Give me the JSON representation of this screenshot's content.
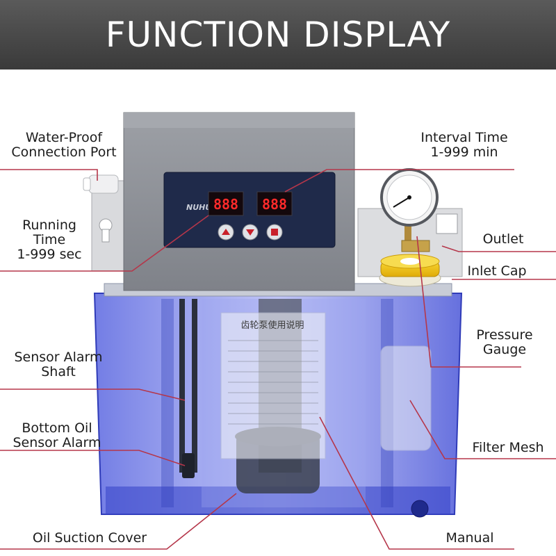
{
  "header": {
    "title": "FUNCTION DISPLAY"
  },
  "device": {
    "brand": "NUHUN",
    "display_left": "888",
    "display_right": "888",
    "manual_title": "齿轮泵使用说明"
  },
  "callouts": {
    "water_proof_port": [
      "Water-Proof",
      "Connection Port"
    ],
    "interval_time": [
      "Interval Time",
      "1-999 min"
    ],
    "running_time": [
      "Running",
      "Time",
      "1-999 sec"
    ],
    "outlet": "Outlet",
    "inlet_cap": "Inlet Cap",
    "pressure_gauge": [
      "Pressure",
      "Gauge"
    ],
    "sensor_alarm_shaft": [
      "Sensor Alarm",
      "Shaft"
    ],
    "bottom_oil_sensor": [
      "Bottom Oil",
      "Sensor Alarm"
    ],
    "filter_mesh": "Filter Mesh",
    "oil_suction_cover": "Oil Suction Cover",
    "manual": "Manual"
  },
  "colors": {
    "header_bg": "#444444",
    "leader_line": "#b5364a",
    "tank_blue": "#3f4fd6",
    "housing_gray": "#8a8d94",
    "panel_navy": "#1f2a4a",
    "led_red": "#ff2a2a",
    "cap_yellow": "#f3c516"
  }
}
